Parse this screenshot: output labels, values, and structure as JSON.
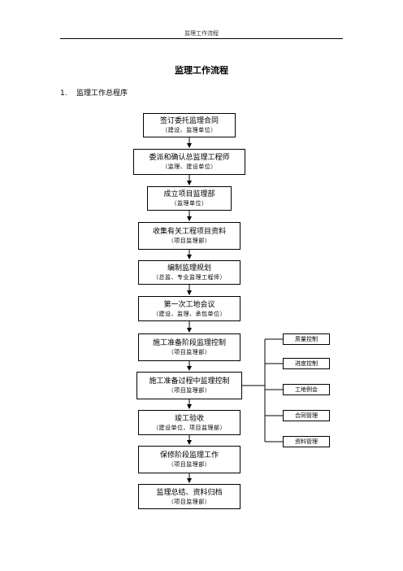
{
  "running_header": "监理工作流程",
  "title": "监理工作流程",
  "section": {
    "number": "1.",
    "label": "监理工作总程序"
  },
  "steps": [
    {
      "title": "签订委托监理合同",
      "sub": "（建设、监理单位）"
    },
    {
      "title": "委派和确认总监理工程师",
      "sub": "（监理、建设单位）"
    },
    {
      "title": "成立项目监理部",
      "sub": "（监理单位）"
    },
    {
      "title": "收集有关工程项目资料",
      "sub": "（项目监理部）"
    },
    {
      "title": "编制监理规划",
      "sub": "（总监、专业监理工程师）"
    },
    {
      "title": "第一次工地会议",
      "sub": "（建设、监理、承包单位）"
    },
    {
      "title": "施工准备阶段监理控制",
      "sub": "（项目监理部）"
    },
    {
      "title": "施工准备过程中监理控制",
      "sub": "（项目监理部）"
    },
    {
      "title": "竣工验收",
      "sub": "（建设单位、项目监理部）"
    },
    {
      "title": "保修阶段监理工作",
      "sub": "（项目监理部）"
    },
    {
      "title": "监理总结、资料归档",
      "sub": "（项目监理部）"
    }
  ],
  "control_items": [
    "质量控制",
    "进度控制",
    "工地例会",
    "合同管理",
    "资料管理"
  ]
}
